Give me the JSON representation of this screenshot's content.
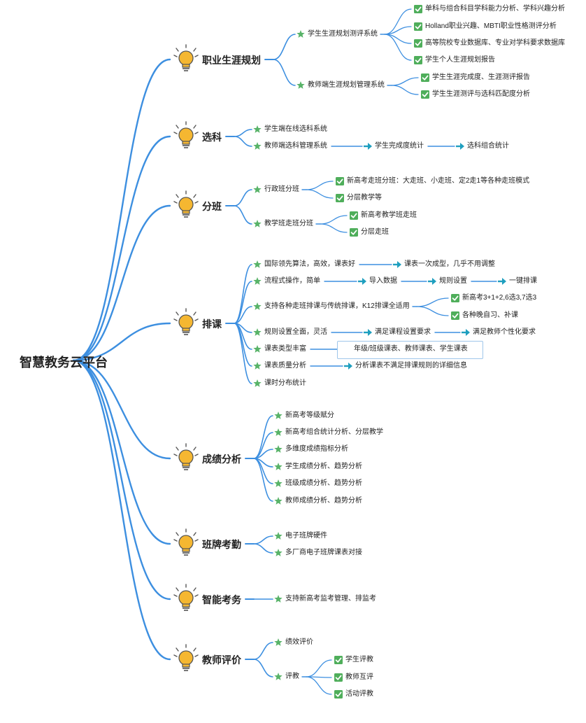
{
  "root": "智慧教务云平台",
  "branches": [
    {
      "title": "职业生涯规划",
      "children": [
        {
          "label": "学生生涯规划测评系统",
          "children": [
            "单科与组合科目学科能力分析、学科兴趣分析",
            "Holland职业兴趣、MBTI职业性格测评分析",
            "高等院校专业数据库、专业对学科要求数据库",
            "学生个人生涯规划报告"
          ]
        },
        {
          "label": "教师端生涯规划管理系统",
          "children": [
            "学生生涯完成度、生涯测评报告",
            "学生生涯测评与选科匹配度分析"
          ]
        }
      ]
    },
    {
      "title": "选科",
      "children": [
        {
          "label": "学生端在线选科系统"
        },
        {
          "label": "教师端选科管理系统",
          "flow": [
            "学生完成度统计",
            "选科组合统计"
          ]
        }
      ]
    },
    {
      "title": "分班",
      "children": [
        {
          "label": "行政班分班",
          "children": [
            "新高考走班分班：大走班、小走班、定2走1等各种走班模式",
            "分层教学等"
          ]
        },
        {
          "label": "教学班走班分班",
          "children": [
            "新高考教学班走班",
            "分层走班"
          ]
        }
      ]
    },
    {
      "title": "排课",
      "children": [
        {
          "label": "国际领先算法，高效，课表好",
          "flow": [
            "课表一次成型，几乎不用调整"
          ]
        },
        {
          "label": "流程式操作，简单",
          "flow": [
            "导入数据",
            "规则设置",
            "一键排课"
          ]
        },
        {
          "label": "支持各种走班排课与传统排课，K12排课全适用",
          "children": [
            "新高考3+1+2,6选3,7选3",
            "各种晚自习、补课"
          ]
        },
        {
          "label": "规则设置全面，灵活",
          "flow": [
            "满足课程设置要求",
            "满足教师个性化要求"
          ]
        },
        {
          "label": "课表类型丰富",
          "flow": [
            "年级/班级课表、教师课表、学生课表"
          ]
        },
        {
          "label": "课表质量分析",
          "flow": [
            "分析课表不满足排课规则的详细信息"
          ]
        },
        {
          "label": "课时分布统计"
        }
      ]
    },
    {
      "title": "成绩分析",
      "children": [
        {
          "label": "新高考等级赋分"
        },
        {
          "label": "新高考组合统计分析、分层教学"
        },
        {
          "label": "多维度成绩指标分析"
        },
        {
          "label": "学生成绩分析、趋势分析"
        },
        {
          "label": "班级成绩分析、趋势分析"
        },
        {
          "label": "教师成绩分析、趋势分析"
        }
      ]
    },
    {
      "title": "班牌考勤",
      "children": [
        {
          "label": "电子班牌硬件"
        },
        {
          "label": "多厂商电子班牌课表对接"
        }
      ]
    },
    {
      "title": "智能考务",
      "children": [
        {
          "label": "支持新高考监考管理、排监考"
        }
      ]
    },
    {
      "title": "教师评价",
      "children": [
        {
          "label": "绩效评价"
        },
        {
          "label": "评教",
          "children": [
            "学生评教",
            "教师互评",
            "活动评教"
          ]
        }
      ]
    }
  ],
  "colors": {
    "line": "#3d8fe0",
    "star": "#58b368",
    "check": "#4fae5b",
    "arrow": "#1f9fbf",
    "bulb": "#f5b731"
  },
  "icons": {
    "topic": "lightbulb-icon",
    "level2": "star-icon",
    "level3": "check-icon",
    "flow": "arrow-right-icon"
  }
}
